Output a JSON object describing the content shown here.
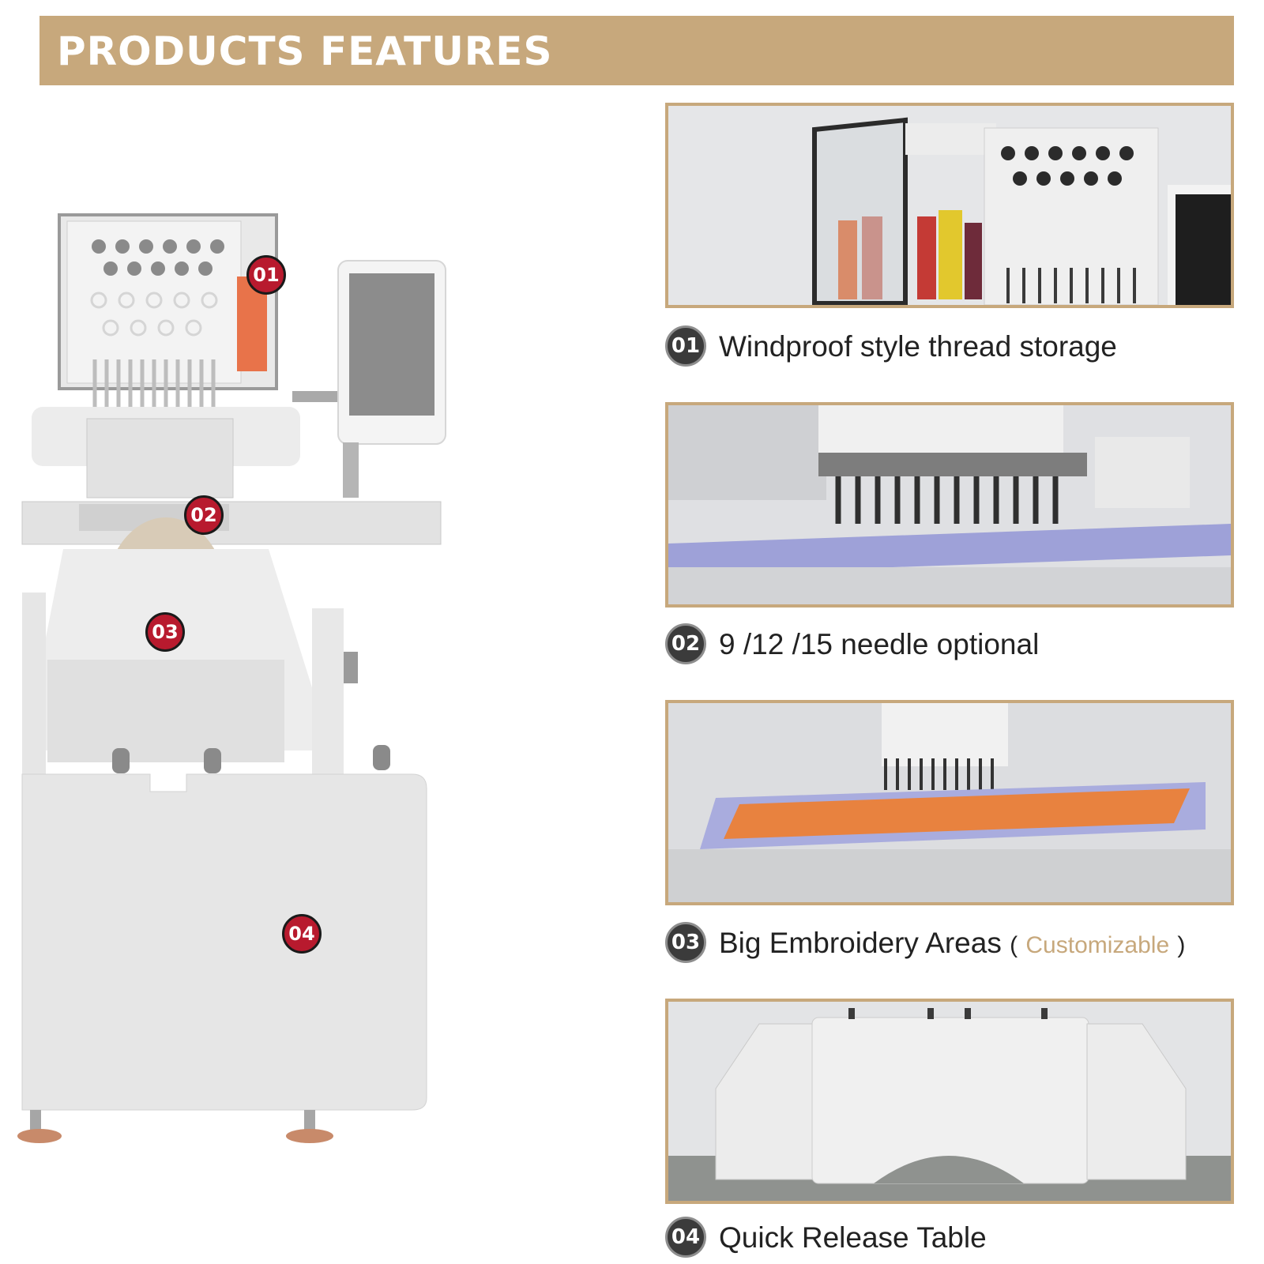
{
  "banner": {
    "title": "PRODUCTS FEATURES"
  },
  "colors": {
    "accent": "#c7a87c",
    "marker_red": "#b81a2e",
    "badge_dark": "#3b3b3b"
  },
  "machine_markers": [
    "01",
    "02",
    "03",
    "04"
  ],
  "features": [
    {
      "number": "01",
      "label": "Windproof style thread storage"
    },
    {
      "number": "02",
      "label": "9 /12 /15 needle optional"
    },
    {
      "number": "03",
      "label": "Big Embroidery Areas",
      "note_open": "(",
      "note": "Customizable",
      "note_close": ")"
    },
    {
      "number": "04",
      "label": "Quick Release Table"
    }
  ]
}
